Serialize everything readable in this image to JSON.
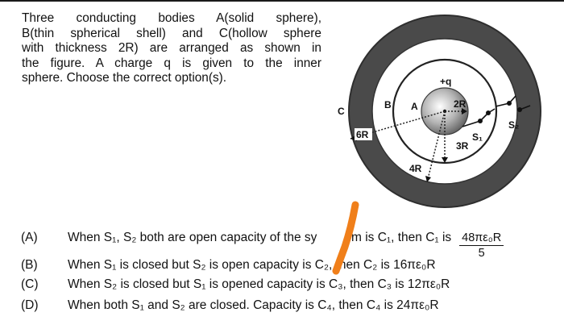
{
  "question": {
    "lines": [
      "Three  conducting  bodies  A(solid  sphere),",
      "B(thin  spherical  shell)  and  C(hollow  sphere",
      "with  thickness  2R)  are  arranged  as  shown  in",
      "the  figure.  A  charge  q  is  given  to  the  inner",
      "sphere. Choose the correct option(s)."
    ]
  },
  "figure": {
    "label_c": "C",
    "label_b": "B",
    "label_a": "A",
    "charge": "+q",
    "r_a": "2R",
    "r_b": "3R",
    "r_c_inner": "4R",
    "r_c_outer": "6R",
    "switch_1": "S₁",
    "switch_2": "S₂"
  },
  "options": [
    {
      "letter": "(A)",
      "text": "When S₁, S₂ both are open capacity of the sy",
      "text2": "em is C₁, then C₁ is",
      "frac_num": "48πε₀R",
      "frac_den": "5"
    },
    {
      "letter": "(B)",
      "text": "When S₁ is closed but S₂ is open capacity is C₂, then C₂ is  16πε₀R"
    },
    {
      "letter": "(C)",
      "text": "When S₂ is closed but S₁ is opened capacity is C₃, then C₃ is  12πε₀R"
    },
    {
      "letter": "(D)",
      "text": "When both S₁ and S₂ are closed. Capacity is C₄, then C₄ is  24πε₀R"
    }
  ]
}
